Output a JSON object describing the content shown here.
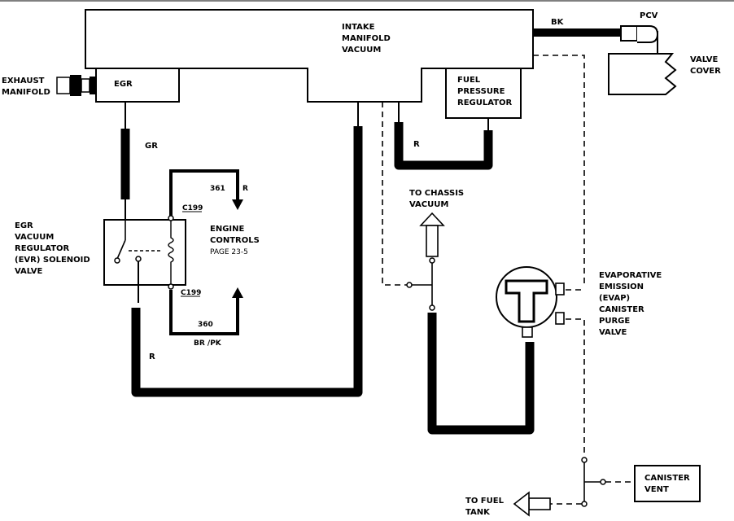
{
  "labels": {
    "intake": [
      "INTAKE",
      "MANIFOLD",
      "VACUUM"
    ],
    "egr": "EGR",
    "exhaust": [
      "EXHAUST",
      "MANIFOLD"
    ],
    "fpr": [
      "FUEL",
      "PRESSURE",
      "REGULATOR"
    ],
    "pcv": "PCV",
    "bk": "BK",
    "valve_cover": [
      "VALVE",
      "COVER"
    ],
    "gr": "GR",
    "r_top": "R",
    "r_left": "R",
    "wire_361": "361",
    "wire_361_color": "R",
    "wire_360": "360",
    "wire_360_color": "BR /PK",
    "c199_top": "C199",
    "c199_bottom": "C199",
    "evr": [
      "EGR",
      "VACUUM",
      "REGULATOR",
      "(EVR) SOLENOID",
      "VALVE"
    ],
    "engine_controls": [
      "ENGINE",
      "CONTROLS",
      "PAGE 23-5"
    ],
    "chassis": [
      "TO CHASSIS",
      "VACUUM"
    ],
    "evap": [
      "EVAPORATIVE",
      "EMISSION",
      "(EVAP)",
      "CANISTER",
      "PURGE",
      "VALVE"
    ],
    "canister_vent": [
      "CANISTER",
      "VENT"
    ],
    "fuel_tank": [
      "TO FUEL",
      "TANK"
    ]
  }
}
